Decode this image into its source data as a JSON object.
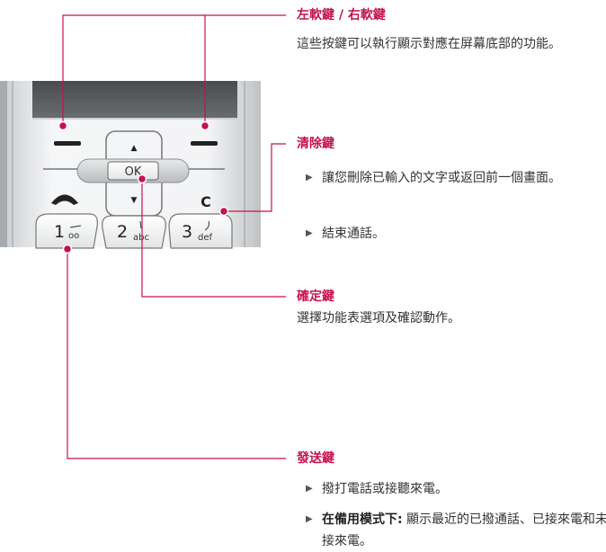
{
  "soft_keys": {
    "title": "左軟鍵 / 右軟鍵",
    "description": "這些按鍵可以執行顯示對應在屏幕底部的功能。"
  },
  "clear_key": {
    "title": "清除鍵",
    "bullets": [
      "讓您刪除已輸入的文字或返回前一個畫面。",
      "結束通話。"
    ]
  },
  "ok_key": {
    "title": "確定鍵",
    "description": "選擇功能表選項及確認動作。"
  },
  "send_key": {
    "title": "發送鍵",
    "bullet1": "撥打電話或接聽來電。",
    "bullet2_label": "在備用模式下:",
    "bullet2_text": " 顯示最近的已撥通話、已接來電和未接來電。"
  },
  "phone": {
    "ok_label": "OK",
    "up_arrow": "▲",
    "down_arrow": "▼",
    "clear_label": "C",
    "key1_digit": "1",
    "key2_digit": "2",
    "key2_letters": "abc",
    "key3_digit": "3",
    "key3_letters": "def"
  },
  "colors": {
    "accent": "#c4124f"
  }
}
